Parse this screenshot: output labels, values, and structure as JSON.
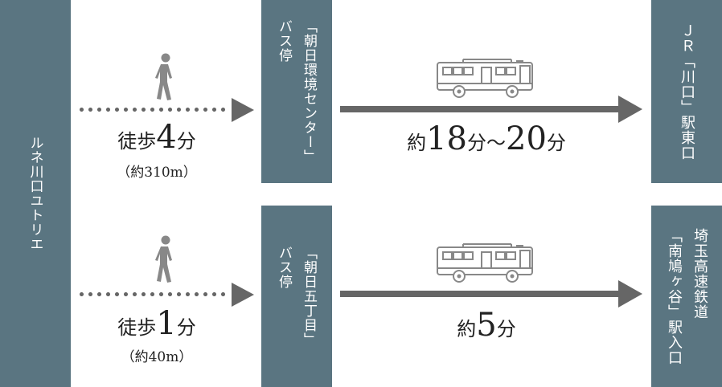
{
  "origin": {
    "label": "ルネ川口ユトリエ"
  },
  "routes": [
    {
      "walk": {
        "prefix": "徒歩",
        "minutes": "4",
        "unit": "分",
        "distance": "（約310m）"
      },
      "bus_stop": {
        "name": "「朝日環境センター」",
        "suffix": "バス停"
      },
      "ride": {
        "prefix": "約",
        "minutes": "18",
        "unit1": "分",
        "tilde": "〜",
        "minutes2": "20",
        "unit2": "分"
      },
      "destination": {
        "line1": "ＪＲ「川口」駅東口",
        "line2": ""
      }
    },
    {
      "walk": {
        "prefix": "徒歩",
        "minutes": "1",
        "unit": "分",
        "distance": "（約40m）"
      },
      "bus_stop": {
        "name": "「朝日五丁目」",
        "suffix": "バス停"
      },
      "ride": {
        "prefix": "約",
        "minutes": "5",
        "unit1": "分"
      },
      "destination": {
        "line1": "埼玉高速鉄道",
        "line2": "「南鳩ヶ谷」駅入口"
      }
    }
  ],
  "colors": {
    "box": "#5a7581",
    "arrow": "#666666",
    "icon": "#888888"
  },
  "icons": {
    "walk": "walking-person-icon",
    "bus": "bus-icon"
  }
}
